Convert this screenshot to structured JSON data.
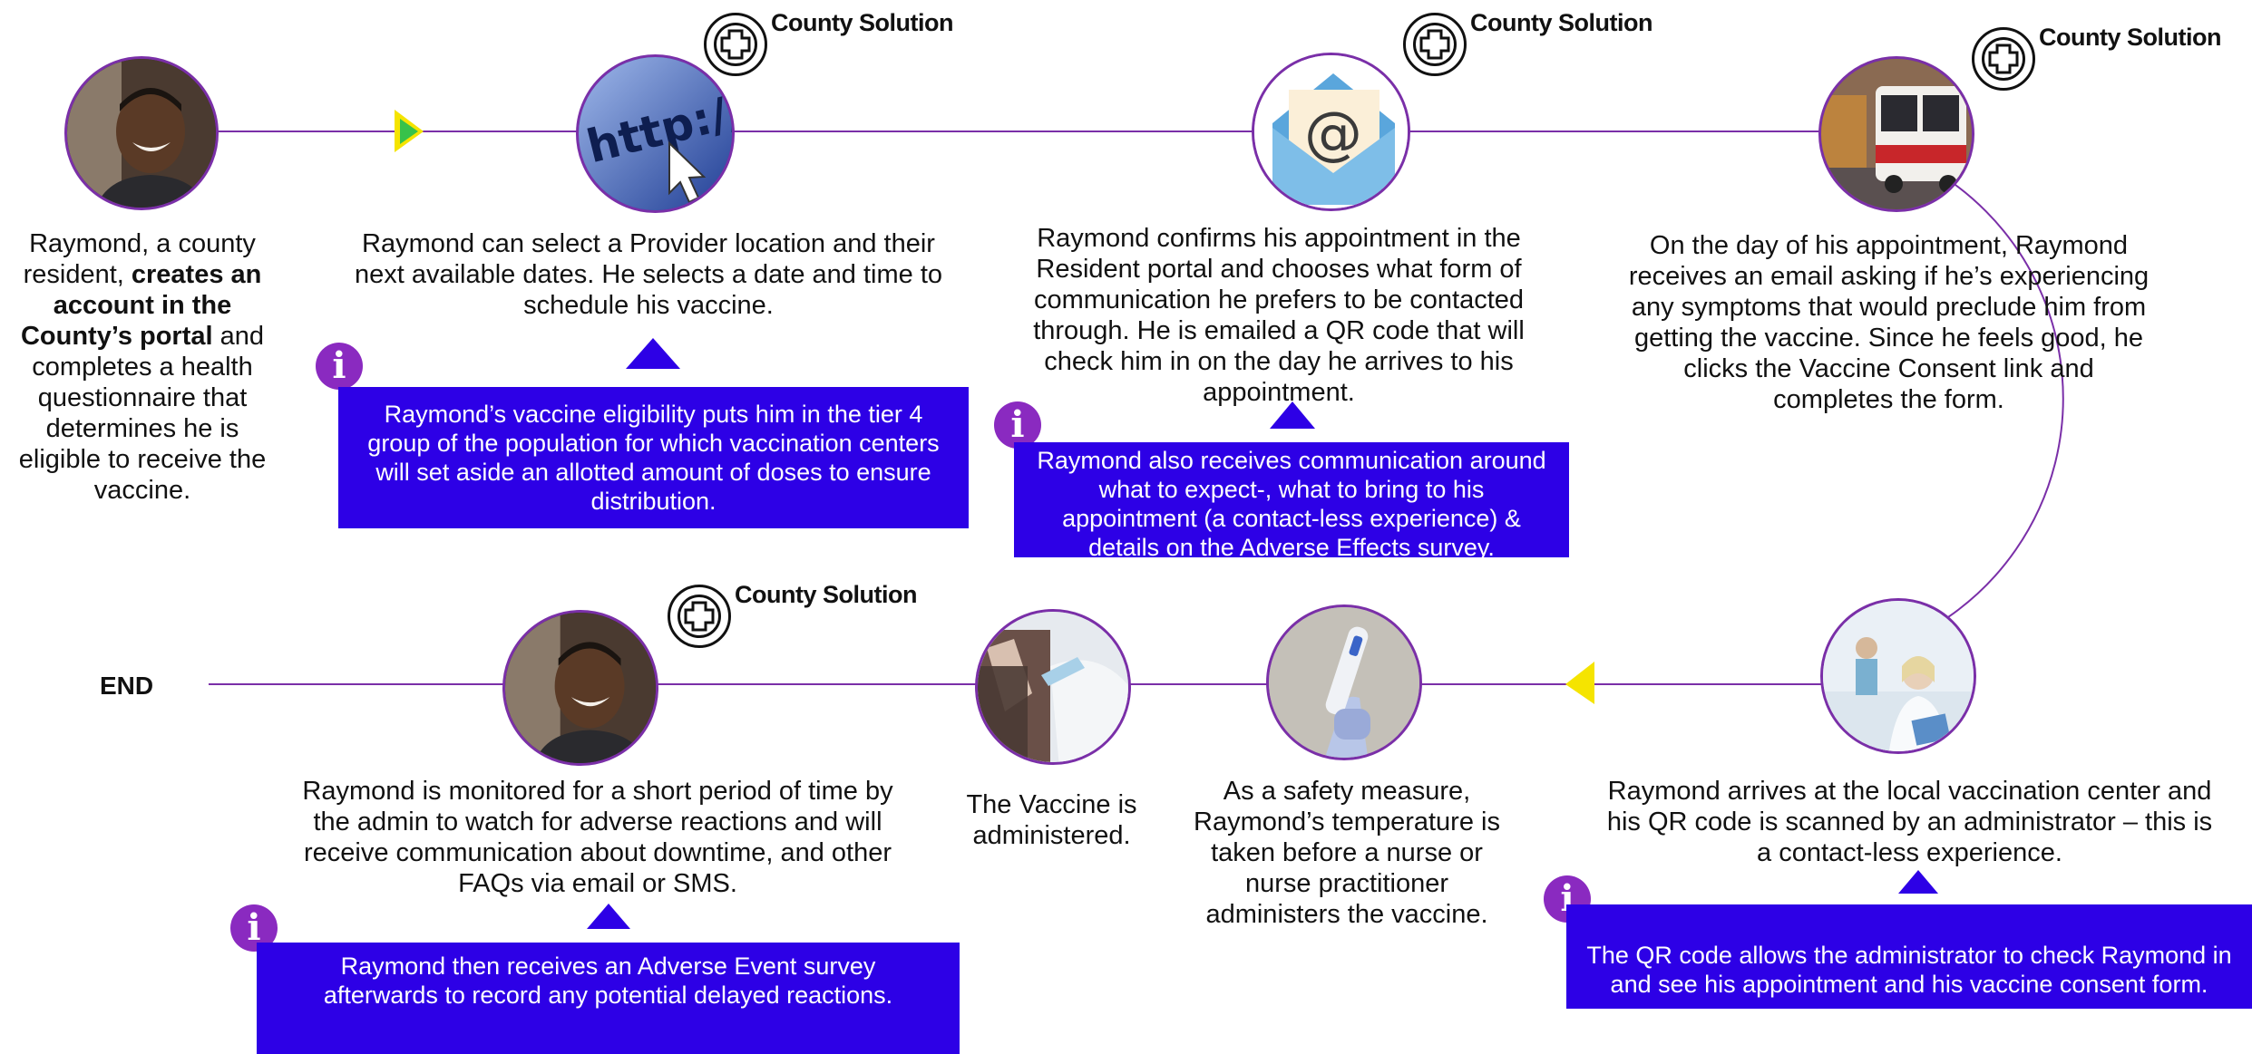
{
  "colors": {
    "accent_purple": "#7a2fa8",
    "info_blue": "#2d00e6",
    "info_icon": "#8a2ac0",
    "arrow_yellow": "#f5e400",
    "arrow_green": "#37c24a"
  },
  "county_solution_label": "County Solution",
  "end_label": "END",
  "steps": [
    {
      "text_before": "Raymond, a county resident, ",
      "text_bold": "creates an account in the County’s portal",
      "text_after": " and completes a health questionnaire that determines he is eligible to receive the vaccine.",
      "image": "smiling-man-photo"
    },
    {
      "text": "Raymond can select a Provider location and their next available dates. He selects a date and time to schedule his vaccine.",
      "image": "http-cursor-icon",
      "info": "Raymond’s vaccine eligibility puts him in the tier 4 group of the population for which vaccination centers will set aside an allotted amount of doses to ensure distribution."
    },
    {
      "text": "Raymond confirms his appointment in the Resident portal and chooses what form of communication he prefers to be contacted through. He is emailed a QR code that will check him in on the day he arrives to his appointment.",
      "image": "email-at-icon",
      "info": "Raymond also receives communication around what to expect-, what to bring to his appointment (a contact-less experience) & details on the Adverse Effects survey."
    },
    {
      "text": "On the day of his appointment, Raymond receives an email asking if he’s experiencing any symptoms that would preclude him from getting the vaccine. Since he feels good, he clicks the Vaccine Consent link and completes the form.",
      "image": "city-bus-photo"
    },
    {
      "text": "Raymond arrives at the local vaccination center and his QR code is scanned by an administrator – this is a contact-less experience.",
      "image": "clinic-reception-photo",
      "info": "The QR code allows the administrator to check Raymond in and see his appointment and his vaccine consent form."
    },
    {
      "text": "As a safety measure, Raymond’s temperature is taken before a nurse or nurse practitioner administers the vaccine.",
      "image": "thermometer-photo"
    },
    {
      "text": "The Vaccine is administered.",
      "image": "vaccine-injection-photo"
    },
    {
      "text": "Raymond is monitored for a short period of time by the admin to watch for adverse reactions and will receive communication about downtime, and other FAQs via email or SMS.",
      "image": "smiling-man-photo",
      "info": "Raymond then receives an Adverse Event survey afterwards to record any potential delayed reactions."
    }
  ]
}
